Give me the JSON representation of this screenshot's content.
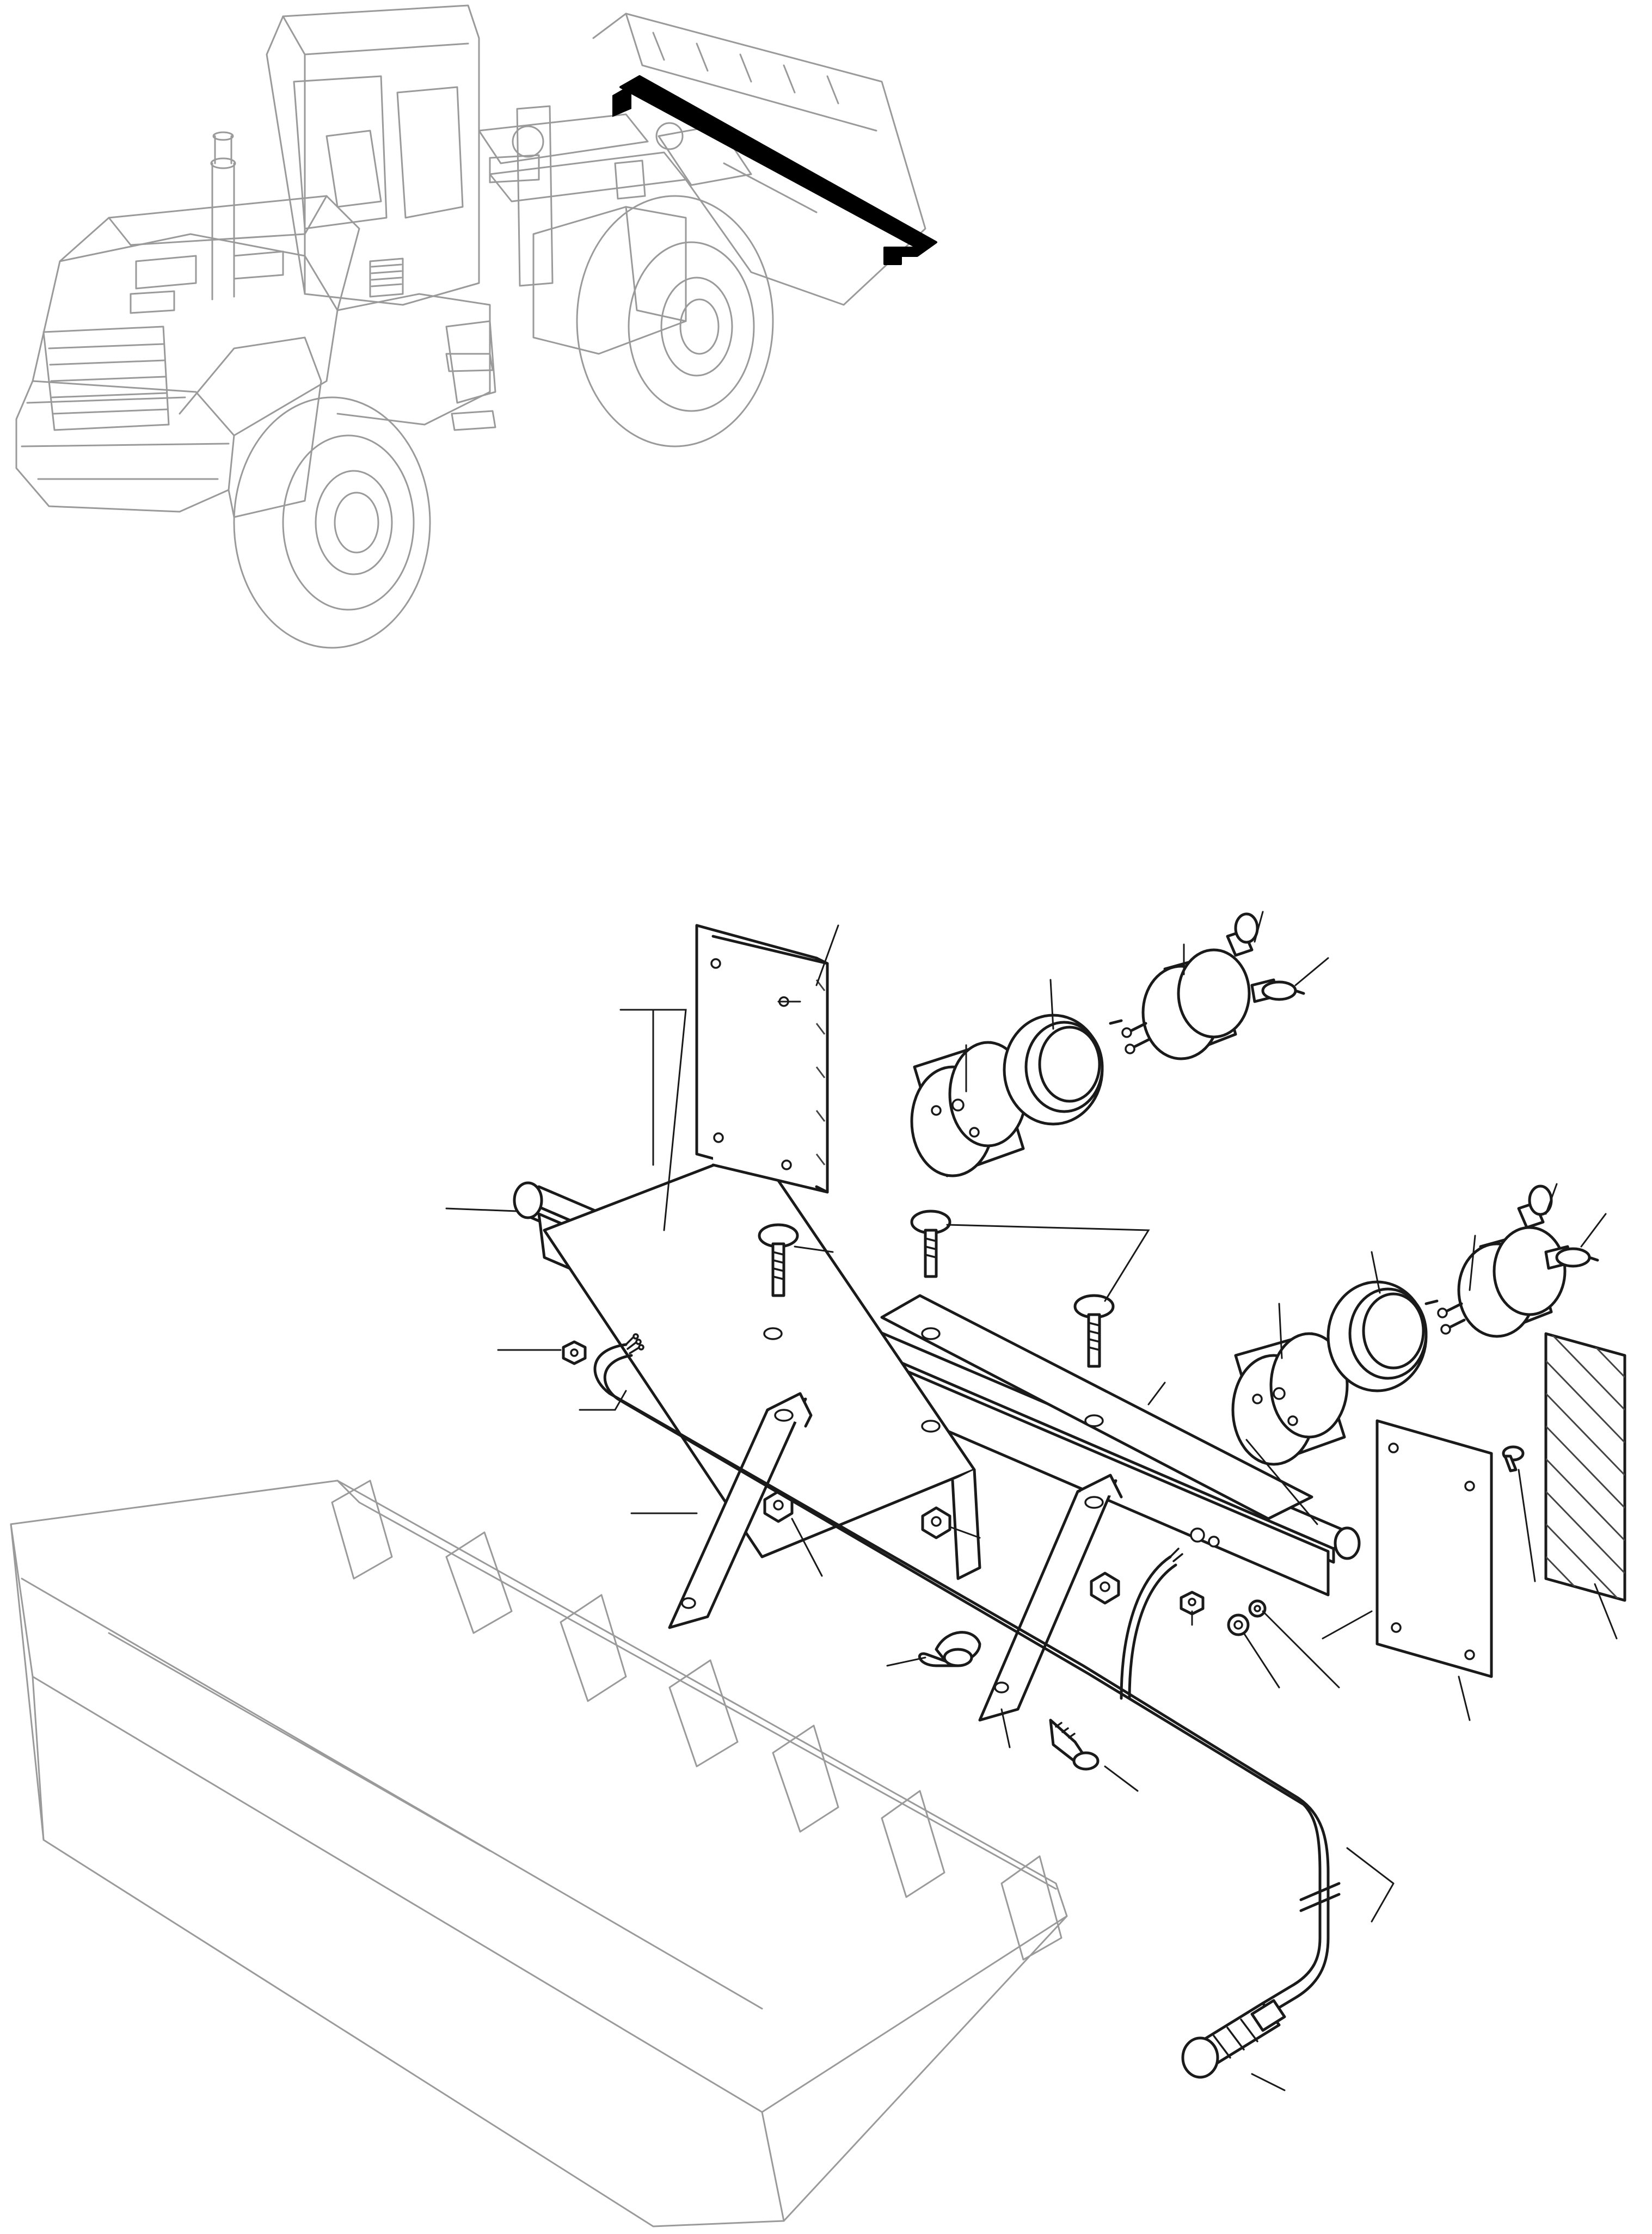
{
  "figure": {
    "overview_view": "wheel-loader-overview",
    "exploded_view": "front-light-bar-exploded",
    "highlight_color": "#000000",
    "line_color": "#1a1a1a",
    "ghost_line_color": "#9a9a9a",
    "background_color": "#ffffff"
  },
  "callouts": [
    "plate-left",
    "lens-frame-left",
    "lens-left",
    "bulb-top-left",
    "bulb-side-left",
    "lamp-housing-left",
    "gasket-left",
    "base-left",
    "light-bar",
    "screw-left",
    "screw-pair",
    "nut-cable",
    "harness",
    "bracket-left",
    "nut-a",
    "nut-b",
    "wing-nut",
    "bracket-right",
    "bolt-bottom",
    "plate-right",
    "lens-right",
    "nut-c",
    "washer",
    "lamp-housing-right",
    "gasket-right",
    "base-right",
    "bulb-top-right",
    "bulb-side-right",
    "screw-lens",
    "rail",
    "plug",
    "cable-break"
  ]
}
